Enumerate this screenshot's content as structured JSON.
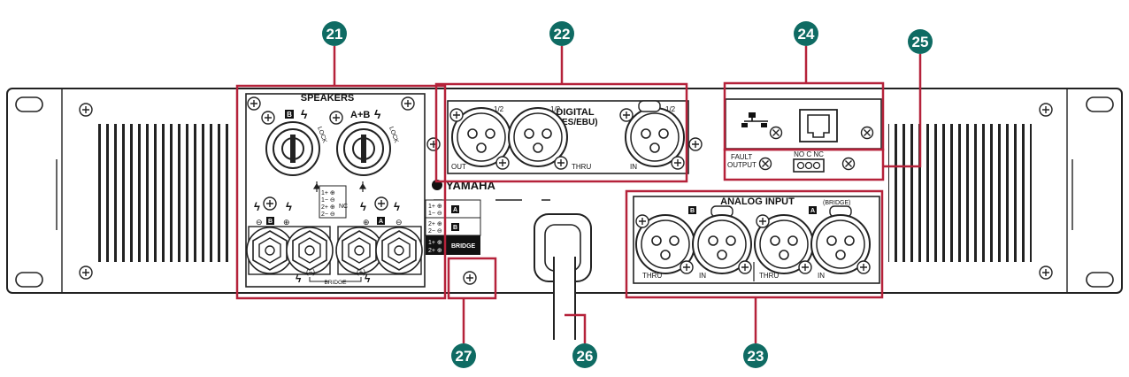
{
  "brand": "YAMAHA",
  "colors": {
    "highlight": "#b5223a",
    "callout": "#0f6b63"
  },
  "callouts": [
    "21",
    "22",
    "23",
    "24",
    "25",
    "26",
    "27"
  ],
  "speakers": {
    "title": "SPEAKERS",
    "channel_b": "B",
    "channel_ab": "A+B",
    "lock": "LOCK",
    "minus": "⊖",
    "plus": "⊕",
    "ch_a": "A",
    "ch_b": "B",
    "legend_1a": "1+ ⊕",
    "legend_1b": "1− ⊖",
    "legend_2a": "2+ ⊕",
    "legend_2b": "2− ⊖",
    "nc": "NC",
    "bridge": "BRIDGE",
    "bridge_minus": "(−)",
    "bridge_plus": "(+)"
  },
  "digital": {
    "title": "DIGITAL",
    "subtitle": "(AES/EBU)",
    "half": "1/2",
    "out": "OUT",
    "thru": "THRU",
    "in": "IN"
  },
  "analog": {
    "title": "ANALOG INPUT",
    "b": "B",
    "a": "A",
    "bridge": "(BRIDGE)",
    "thru": "THRU",
    "in": "IN"
  },
  "fault": {
    "line1": "FAULT",
    "line2": "OUTPUT",
    "contacts": "NO C NC"
  }
}
